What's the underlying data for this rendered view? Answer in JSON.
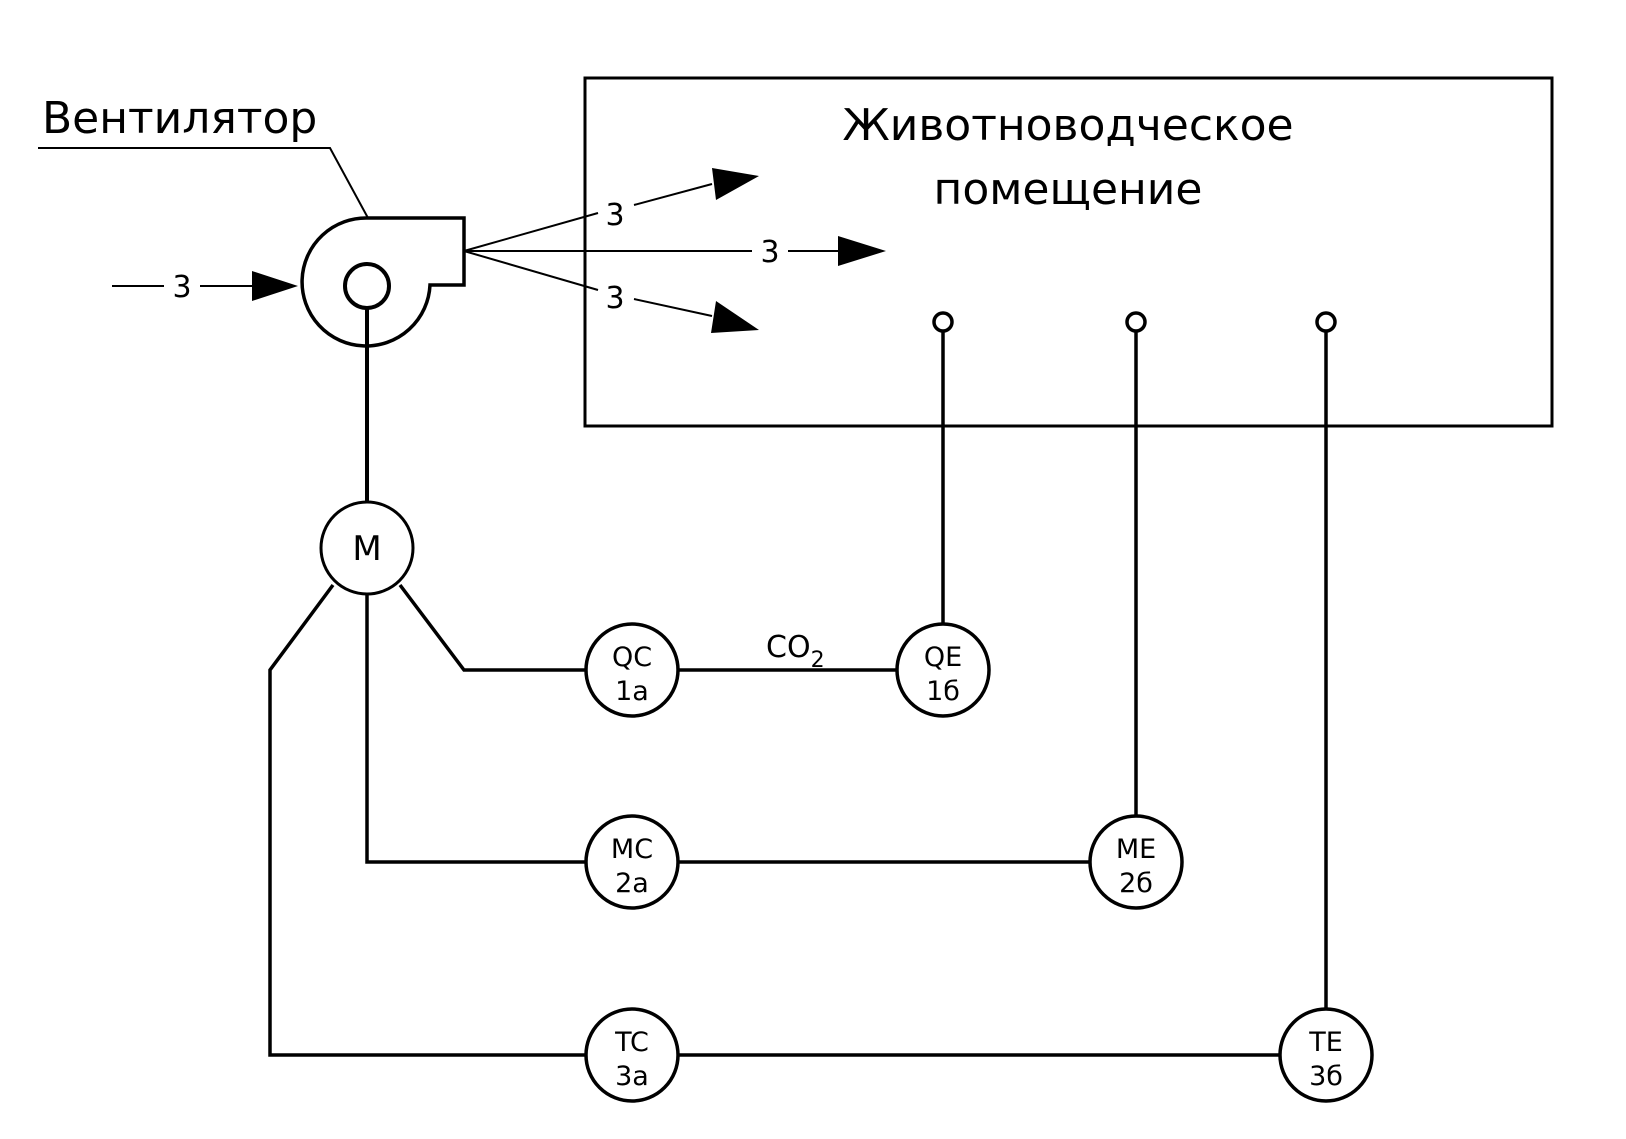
{
  "fan_label": "Вентилятор",
  "room_label_line1": "Животноводческое",
  "room_label_line2": "помещение",
  "air_labels": {
    "inlet": "3",
    "outlet_top": "3",
    "outlet_mid": "3",
    "outlet_bottom": "3"
  },
  "motor": "M",
  "co2_label": "CO",
  "co2_sub": "2",
  "nodes": {
    "qc": {
      "code": "QC",
      "num": "1а"
    },
    "qe": {
      "code": "QE",
      "num": "1б"
    },
    "mc": {
      "code": "MC",
      "num": "2а"
    },
    "me": {
      "code": "ME",
      "num": "2б"
    },
    "tc": {
      "code": "TC",
      "num": "3а"
    },
    "te": {
      "code": "TE",
      "num": "3б"
    }
  }
}
